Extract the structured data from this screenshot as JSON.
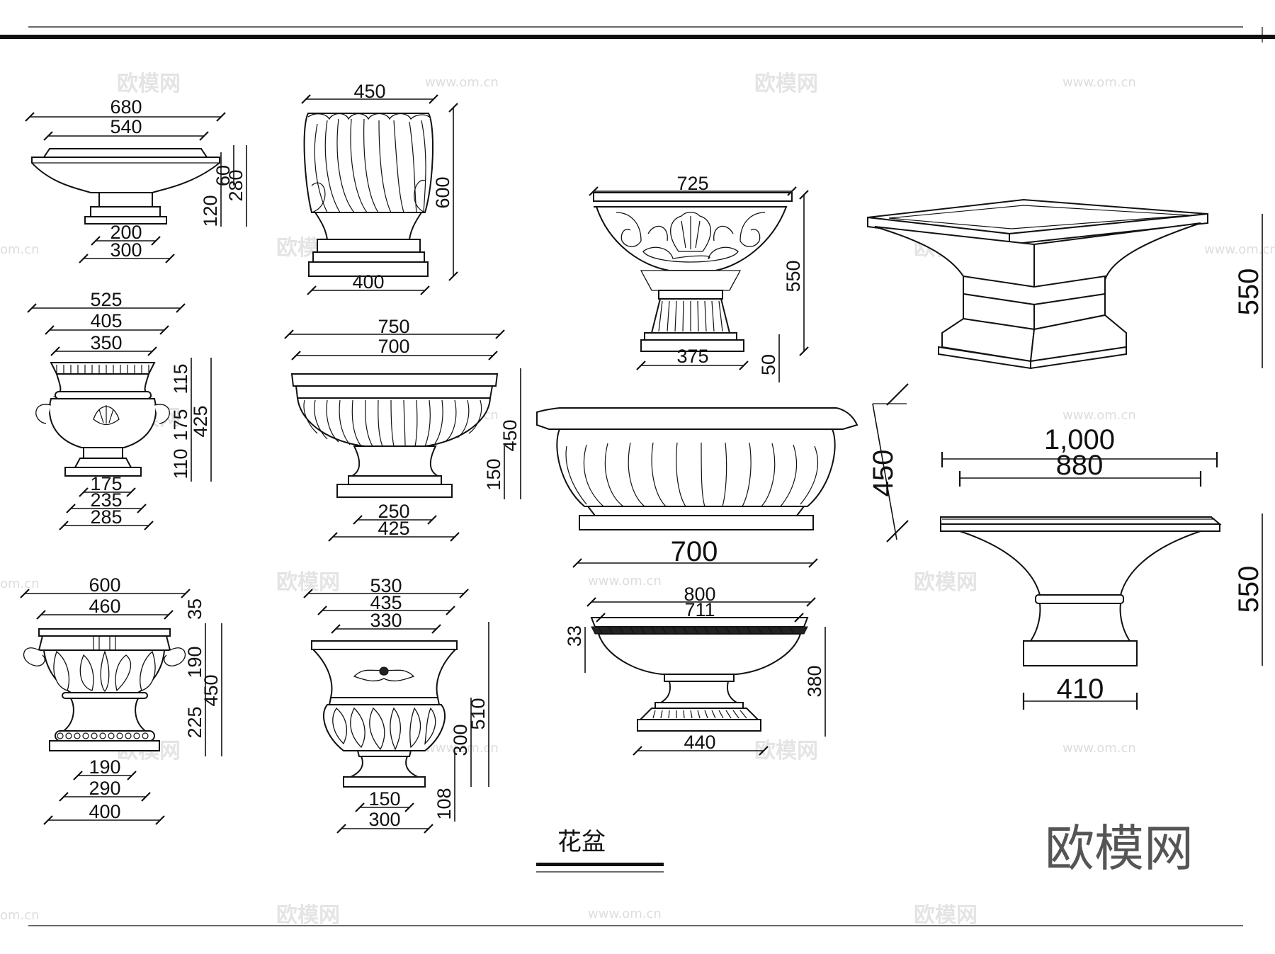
{
  "drawing": {
    "title": "花盆",
    "logo_text": "欧模网",
    "watermark_text": "欧模网",
    "watermark_url": "www.om.cn",
    "watermark_url_short": "om.cn"
  },
  "pots": {
    "p1": {
      "d1": "680",
      "d2": "540",
      "d3": "200",
      "d4": "300",
      "h1": "120",
      "h2": "60",
      "h3": "280"
    },
    "p2": {
      "d1": "450",
      "d2": "400",
      "h1": "600"
    },
    "p3": {
      "d1": "725",
      "d2": "375",
      "h1": "550",
      "h2": "50"
    },
    "p4": {
      "h1": "550"
    },
    "p5": {
      "d1": "525",
      "d2": "405",
      "d3": "350",
      "d4": "175",
      "d5": "235",
      "d6": "285",
      "h1": "115",
      "h2": "175",
      "h3": "110",
      "h4": "425"
    },
    "p6": {
      "d1": "750",
      "d2": "700",
      "d3": "250",
      "d4": "425",
      "h1": "450",
      "h2": "150"
    },
    "p7": {
      "d1": "700",
      "h1": "450"
    },
    "p8": {
      "d1": "1,000",
      "d2": "880",
      "d3": "410",
      "h1": "550"
    },
    "p9": {
      "d1": "600",
      "d2": "460",
      "d3": "190",
      "d4": "290",
      "d5": "400",
      "h1": "35",
      "h2": "190",
      "h3": "225",
      "h4": "450"
    },
    "p10": {
      "d1": "530",
      "d2": "435",
      "d3": "330",
      "d4": "150",
      "d5": "300",
      "h1": "510",
      "h2": "300",
      "h3": "108"
    },
    "p11": {
      "d1": "800",
      "d2": "711",
      "d3": "440",
      "h1": "33",
      "h2": "380"
    }
  }
}
